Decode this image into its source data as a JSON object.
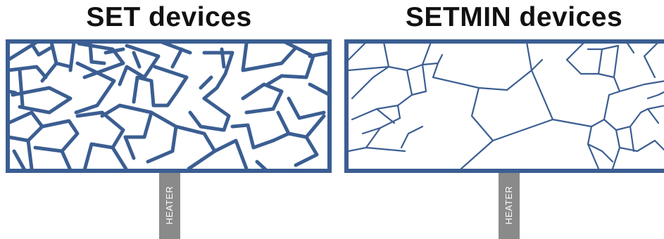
{
  "panels": {
    "left": {
      "title": "SET devices",
      "heater_label": "HEATER"
    },
    "right": {
      "title": "SETMIN devices",
      "heater_label": "HEATER"
    }
  },
  "colors": {
    "frame": "#3b5e92",
    "grain_line": "#3b5e92",
    "heater_fill": "#8a8a8a",
    "heater_text": "#ffffff",
    "title_text": "#111111",
    "background": "#ffffff"
  }
}
